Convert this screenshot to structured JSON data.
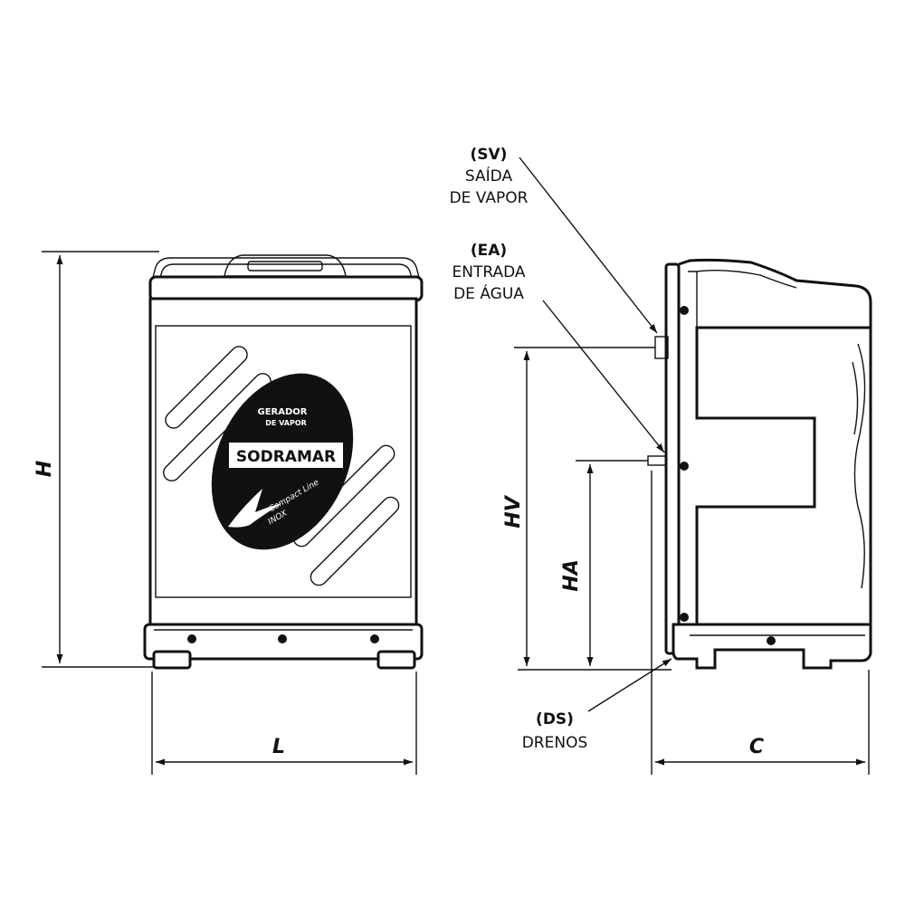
{
  "front_view": {
    "logo": {
      "line1": "GERADOR",
      "line2": "DE VAPOR",
      "brand": "SODRAMAR",
      "product": "Compact Line",
      "variant": "INOX"
    },
    "dimensions": {
      "height": "H",
      "width": "L"
    }
  },
  "side_view": {
    "callouts": [
      {
        "code": "(SV)",
        "lines": [
          "SAÍDA",
          "DE VAPOR"
        ]
      },
      {
        "code": "(EA)",
        "lines": [
          "ENTRADA",
          "DE ÁGUA"
        ]
      },
      {
        "code": "(DS)",
        "lines": [
          "DRENOS"
        ]
      }
    ],
    "dimensions": {
      "steam_height": "HV",
      "water_height": "HA",
      "depth": "C"
    }
  }
}
